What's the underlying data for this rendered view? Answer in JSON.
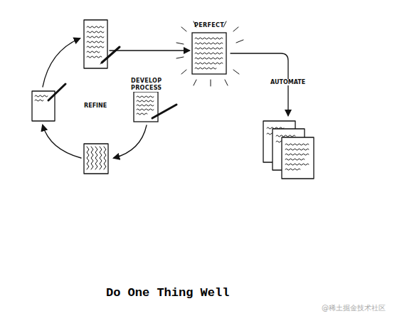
{
  "diagram": {
    "caption": "Do One Thing Well",
    "nodes": [
      {
        "text": [
          "PERFECT"
        ]
      },
      {
        "text": [
          "DEVELOP PROCESS"
        ]
      }
    ],
    "labels": [
      "REFINE",
      "AUTOMATE",
      "@稀土掘金技术社区"
    ]
  }
}
